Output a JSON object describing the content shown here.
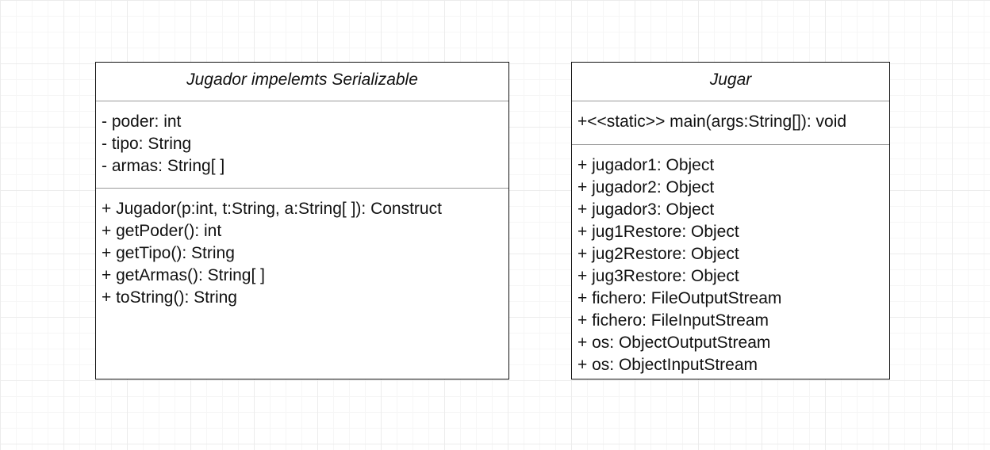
{
  "classes": {
    "jugador": {
      "title": "Jugador impelemts Serializable",
      "attributes": [
        "- poder: int",
        "- tipo: String",
        "- armas: String[ ]"
      ],
      "methods": [
        "+ Jugador(p:int, t:String, a:String[ ]): Construct",
        "+ getPoder(): int",
        "+ getTipo(): String",
        "+ getArmas(): String[ ]",
        "+ toString(): String"
      ]
    },
    "jugar": {
      "title": "Jugar",
      "operations": [
        "+<<static>> main(args:String[]): void"
      ],
      "fields": [
        "+ jugador1: Object",
        "+ jugador2: Object",
        "+ jugador3: Object",
        "+ jug1Restore: Object",
        "+ jug2Restore: Object",
        "+ jug3Restore: Object",
        "+ fichero: FileOutputStream",
        "+ fichero: FileInputStream",
        "+ os: ObjectOutputStream",
        "+ os: ObjectInputStream"
      ]
    }
  }
}
